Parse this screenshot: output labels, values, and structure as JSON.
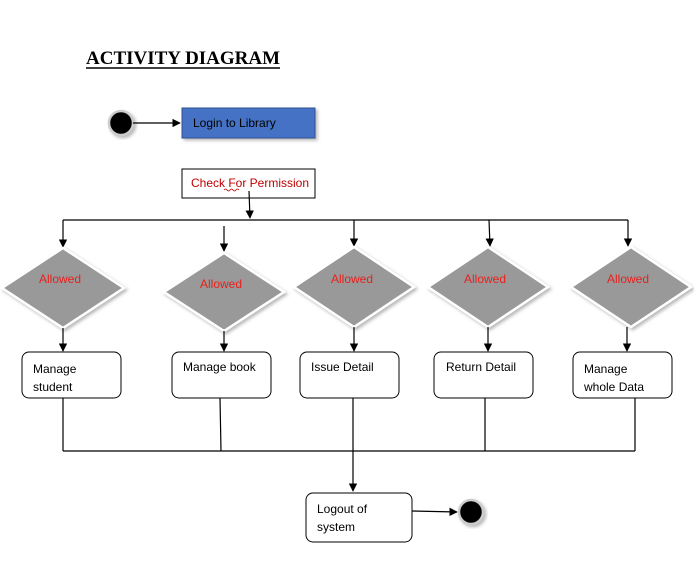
{
  "title": "ACTIVITY DIAGRAM",
  "start_label": "Login to Library",
  "check_label": "Check For Permission",
  "decision_label": "Allowed",
  "actions": [
    {
      "line1": "Manage",
      "line2": "student"
    },
    {
      "line1": "Manage book",
      "line2": ""
    },
    {
      "line1": "Issue Detail",
      "line2": ""
    },
    {
      "line1": "Return Detail",
      "line2": ""
    },
    {
      "line1": "Manage",
      "line2": "whole Data"
    }
  ],
  "end_label": {
    "line1": "Logout of",
    "line2": "system"
  },
  "colors": {
    "login_fill": "#4472c4",
    "diamond_fill": "#999999",
    "decision_text": "#e8201c",
    "check_text": "#c00000"
  }
}
